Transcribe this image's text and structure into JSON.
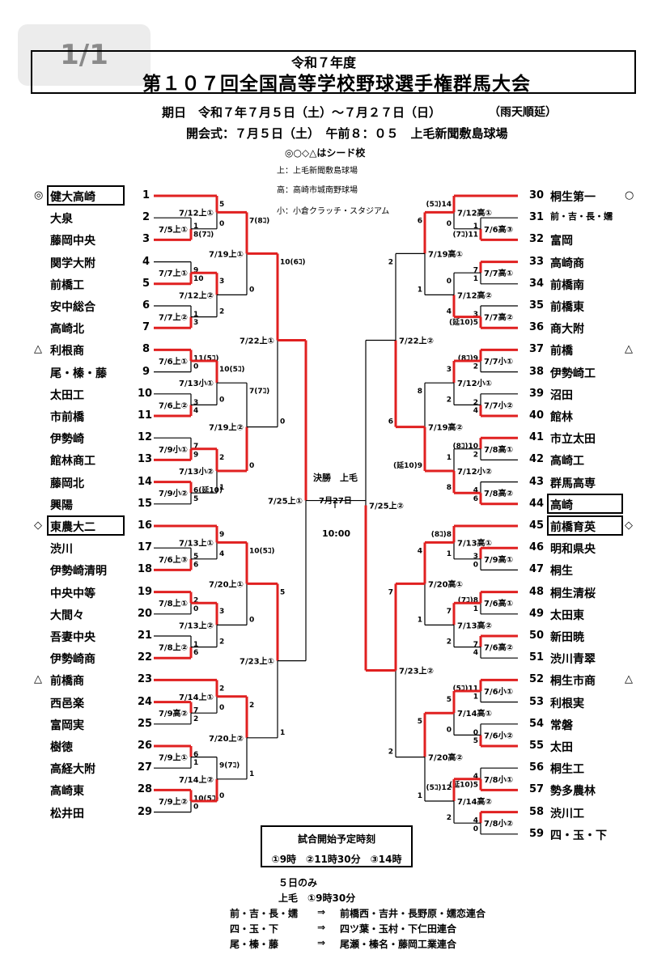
{
  "page_indicator": "1/1",
  "title_year": "令和７年度",
  "title_main": "第１０７回全国高等学校野球選手権群馬大会",
  "period": "期日　令和７年７月５日（土）～７月２７日（日）",
  "rain": "（雨天順延）",
  "opening": "開会式：７月５日（土）　午前８：０５　上毛新聞敷島球場",
  "seed_note": "◎○◇△はシード校",
  "venues": [
    "上：上毛新聞敷島球場",
    "高：高崎市城南野球場",
    "小：小倉クラッチ・スタジアム"
  ],
  "final": {
    "title": "決勝　上毛",
    "date": "7月27日",
    "time": "10:00"
  },
  "left_teams": [
    {
      "no": "1",
      "name": "健大高崎",
      "seed": "◎",
      "boxed": true
    },
    {
      "no": "2",
      "name": "大泉"
    },
    {
      "no": "3",
      "name": "藤岡中央"
    },
    {
      "no": "4",
      "name": "関学大附"
    },
    {
      "no": "5",
      "name": "前橋工"
    },
    {
      "no": "6",
      "name": "安中総合"
    },
    {
      "no": "7",
      "name": "高崎北"
    },
    {
      "no": "8",
      "name": "利根商",
      "seed": "△"
    },
    {
      "no": "9",
      "name": "尾・榛・藤"
    },
    {
      "no": "10",
      "name": "太田工"
    },
    {
      "no": "11",
      "name": "市前橋"
    },
    {
      "no": "12",
      "name": "伊勢崎"
    },
    {
      "no": "13",
      "name": "館林商工"
    },
    {
      "no": "14",
      "name": "藤岡北"
    },
    {
      "no": "15",
      "name": "興陽"
    },
    {
      "no": "16",
      "name": "東農大二",
      "seed": "◇",
      "boxed": true
    },
    {
      "no": "17",
      "name": "渋川"
    },
    {
      "no": "18",
      "name": "伊勢崎清明"
    },
    {
      "no": "19",
      "name": "中央中等"
    },
    {
      "no": "20",
      "name": "大間々"
    },
    {
      "no": "21",
      "name": "吾妻中央"
    },
    {
      "no": "22",
      "name": "伊勢崎商"
    },
    {
      "no": "23",
      "name": "前橋商",
      "seed": "△"
    },
    {
      "no": "24",
      "name": "西邑楽"
    },
    {
      "no": "25",
      "name": "富岡実"
    },
    {
      "no": "26",
      "name": "樹徳"
    },
    {
      "no": "27",
      "name": "高経大附"
    },
    {
      "no": "28",
      "name": "高崎東"
    },
    {
      "no": "29",
      "name": "松井田"
    }
  ],
  "right_teams": [
    {
      "no": "30",
      "name": "桐生第一",
      "seed": "○"
    },
    {
      "no": "31",
      "name": "前・吉・長・嬬"
    },
    {
      "no": "32",
      "name": "富岡"
    },
    {
      "no": "33",
      "name": "高崎商"
    },
    {
      "no": "34",
      "name": "前橋南"
    },
    {
      "no": "35",
      "name": "前橋東"
    },
    {
      "no": "36",
      "name": "商大附"
    },
    {
      "no": "37",
      "name": "前橋",
      "seed": "△"
    },
    {
      "no": "38",
      "name": "伊勢崎工"
    },
    {
      "no": "39",
      "name": "沼田"
    },
    {
      "no": "40",
      "name": "館林"
    },
    {
      "no": "41",
      "name": "市立太田"
    },
    {
      "no": "42",
      "name": "高崎工"
    },
    {
      "no": "43",
      "name": "群馬高専"
    },
    {
      "no": "44",
      "name": "高崎",
      "boxed": true
    },
    {
      "no": "45",
      "name": "前橋育英",
      "seed": "◇",
      "boxed": true
    },
    {
      "no": "46",
      "name": "明和県央"
    },
    {
      "no": "47",
      "name": "桐生"
    },
    {
      "no": "48",
      "name": "桐生清桜"
    },
    {
      "no": "49",
      "name": "太田東"
    },
    {
      "no": "50",
      "name": "新田暁"
    },
    {
      "no": "51",
      "name": "渋川青翠"
    },
    {
      "no": "52",
      "name": "桐生市商",
      "seed": "△"
    },
    {
      "no": "53",
      "name": "利根実"
    },
    {
      "no": "54",
      "name": "常磐"
    },
    {
      "no": "55",
      "name": "太田"
    },
    {
      "no": "56",
      "name": "桐生工"
    },
    {
      "no": "57",
      "name": "勢多農林"
    },
    {
      "no": "58",
      "name": "渋川工"
    },
    {
      "no": "59",
      "name": "四・玉・下"
    }
  ],
  "start_times": {
    "title": "試合開始予定時刻",
    "times": "①9時　②11時30分　③14時"
  },
  "only5": "５日のみ",
  "only5_detail": "上毛　①9時30分",
  "combined": [
    {
      "abbr": "前・吉・長・嬬",
      "arrow": "⇒",
      "schools": "前橋西・吉井・長野原・嬬恋",
      "suffix": "連合"
    },
    {
      "abbr": "四・玉・下",
      "arrow": "⇒",
      "schools": "四ツ葉・玉村・下仁田",
      "suffix": "連合"
    },
    {
      "abbr": "尾・榛・藤",
      "arrow": "⇒",
      "schools": "尾瀬・榛名・藤岡工業",
      "suffix": "連合"
    }
  ],
  "games": [
    {
      "d": "7/5上①",
      "s": [
        "1",
        "8(7ｺ)"
      ]
    },
    {
      "d": "7/12上①",
      "s": [
        "5",
        "0"
      ]
    },
    {
      "d": "7/7上①",
      "s": [
        "9",
        "10"
      ]
    },
    {
      "d": "7/7上②",
      "s": [
        "1",
        "3"
      ]
    },
    {
      "d": "7/12上②",
      "s": [
        "3",
        "2"
      ]
    },
    {
      "d": "7/19上①",
      "s": [
        "7(8ｺ)",
        "0"
      ]
    },
    {
      "d": "7/6上①",
      "s": [
        "11(5ｺ)",
        "0"
      ]
    },
    {
      "d": "7/6上②",
      "s": [
        "3",
        "4"
      ]
    },
    {
      "d": "7/13小①",
      "s": [
        "10(5ｺ)",
        "0"
      ]
    },
    {
      "d": "7/9小①",
      "s": [
        "7",
        "9"
      ]
    },
    {
      "d": "7/9小②",
      "s": [
        "6(延10)",
        "5"
      ]
    },
    {
      "d": "7/13小②",
      "s": [
        "2",
        "1"
      ]
    },
    {
      "d": "7/19上②",
      "s": [
        "7(7ｺ)",
        "0"
      ]
    },
    {
      "d": "7/22上①",
      "s": [
        "10(6ｺ)",
        "0"
      ]
    },
    {
      "d": "7/6上③",
      "s": [
        "5",
        "6"
      ]
    },
    {
      "d": "7/13上①",
      "s": [
        "9",
        "4"
      ]
    },
    {
      "d": "7/8上①",
      "s": [
        "2",
        "0"
      ]
    },
    {
      "d": "7/8上②",
      "s": [
        "1",
        "6"
      ]
    },
    {
      "d": "7/13上②",
      "s": [
        "3",
        "2"
      ]
    },
    {
      "d": "7/20上①",
      "s": [
        "10(5ｺ)",
        "0"
      ]
    },
    {
      "d": "7/9高②",
      "s": [
        "7",
        "2"
      ]
    },
    {
      "d": "7/14上①",
      "s": [
        "2",
        "0"
      ]
    },
    {
      "d": "7/9上①",
      "s": [
        "6",
        "1"
      ]
    },
    {
      "d": "7/9上②",
      "s": [
        "10(5ｺ)",
        "0"
      ]
    },
    {
      "d": "7/14上②",
      "s": [
        "9(7ｺ)",
        "0"
      ]
    },
    {
      "d": "7/20上②",
      "s": [
        "2",
        "1"
      ]
    },
    {
      "d": "7/23上①",
      "s": [
        "5",
        "1"
      ]
    },
    {
      "d": "7/25上①",
      "s": []
    },
    {
      "d": "7/6高③",
      "s": [
        "1",
        "(7ｺ)11"
      ]
    },
    {
      "d": "7/12高①",
      "s": [
        "(5ｺ)14",
        "0"
      ]
    },
    {
      "d": "7/7高①",
      "s": [
        "7",
        "1"
      ]
    },
    {
      "d": "7/7高②",
      "s": [
        "3",
        "(延10)5"
      ]
    },
    {
      "d": "7/12高②",
      "s": [
        "0",
        "4"
      ]
    },
    {
      "d": "7/19高①",
      "s": [
        "6",
        "1"
      ]
    },
    {
      "d": "7/7小①",
      "s": [
        "(8ｺ)9",
        "2"
      ]
    },
    {
      "d": "7/7小②",
      "s": [
        "2",
        "4"
      ]
    },
    {
      "d": "7/12小①",
      "s": [
        "3",
        "2"
      ]
    },
    {
      "d": "7/8高①",
      "s": [
        "(8ｺ)10",
        "2"
      ]
    },
    {
      "d": "7/8高②",
      "s": [
        "4",
        "6"
      ]
    },
    {
      "d": "7/12小②",
      "s": [
        "1",
        "8"
      ]
    },
    {
      "d": "7/19高②",
      "s": [
        "8",
        "(延10)9"
      ]
    },
    {
      "d": "7/22上②",
      "s": [
        "2",
        "6"
      ]
    },
    {
      "d": "7/9高①",
      "s": [
        "3",
        "0"
      ]
    },
    {
      "d": "7/13高①",
      "s": [
        "(8ｺ)8",
        "1"
      ]
    },
    {
      "d": "7/6高①",
      "s": [
        "(7ｺ)8",
        "1"
      ]
    },
    {
      "d": "7/6高②",
      "s": [
        "7",
        "4"
      ]
    },
    {
      "d": "7/13高②",
      "s": [
        "7",
        "2"
      ]
    },
    {
      "d": "7/20高①",
      "s": [
        "4",
        "1"
      ]
    },
    {
      "d": "7/6小①",
      "s": [
        "(5ｺ)11",
        "1"
      ]
    },
    {
      "d": "7/6小②",
      "s": [
        "0",
        "5"
      ]
    },
    {
      "d": "7/14高①",
      "s": [
        "5",
        "0"
      ]
    },
    {
      "d": "7/8小①",
      "s": [
        "4",
        "(延10)5"
      ]
    },
    {
      "d": "7/8小②",
      "s": [
        "4",
        "0"
      ]
    },
    {
      "d": "7/14高②",
      "s": [
        "(5ｺ)12",
        "2"
      ]
    },
    {
      "d": "7/20高②",
      "s": [
        "5",
        "1"
      ]
    },
    {
      "d": "7/23上②",
      "s": [
        "7",
        "2"
      ]
    },
    {
      "d": "7/25上②",
      "s": []
    }
  ]
}
